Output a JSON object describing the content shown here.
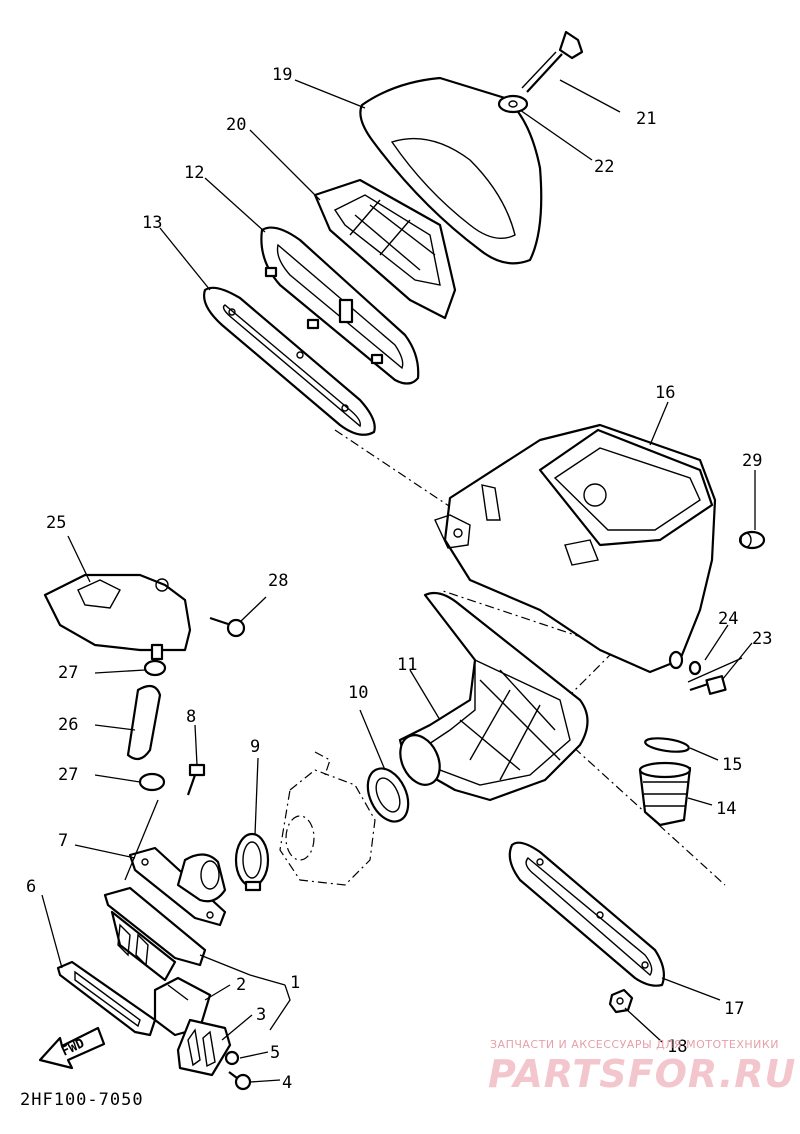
{
  "diagram": {
    "part_code": "2HF100-7050",
    "fwd_label": "FWD",
    "callouts": [
      {
        "id": "c1",
        "label": "1"
      },
      {
        "id": "c2",
        "label": "2"
      },
      {
        "id": "c3",
        "label": "3"
      },
      {
        "id": "c4",
        "label": "4"
      },
      {
        "id": "c5",
        "label": "5"
      },
      {
        "id": "c6",
        "label": "6"
      },
      {
        "id": "c7",
        "label": "7"
      },
      {
        "id": "c8",
        "label": "8"
      },
      {
        "id": "c9",
        "label": "9"
      },
      {
        "id": "c10",
        "label": "10"
      },
      {
        "id": "c11",
        "label": "11"
      },
      {
        "id": "c12",
        "label": "12"
      },
      {
        "id": "c13",
        "label": "13"
      },
      {
        "id": "c14",
        "label": "14"
      },
      {
        "id": "c15",
        "label": "15"
      },
      {
        "id": "c16",
        "label": "16"
      },
      {
        "id": "c17",
        "label": "17"
      },
      {
        "id": "c18",
        "label": "18"
      },
      {
        "id": "c19",
        "label": "19"
      },
      {
        "id": "c20",
        "label": "20"
      },
      {
        "id": "c21",
        "label": "21"
      },
      {
        "id": "c22",
        "label": "22"
      },
      {
        "id": "c23",
        "label": "23"
      },
      {
        "id": "c24",
        "label": "24"
      },
      {
        "id": "c25",
        "label": "25"
      },
      {
        "id": "c26",
        "label": "26"
      },
      {
        "id": "c27a",
        "label": "27"
      },
      {
        "id": "c27b",
        "label": "27"
      },
      {
        "id": "c28",
        "label": "28"
      },
      {
        "id": "c29",
        "label": "29"
      }
    ]
  },
  "watermark": {
    "caption": "ЗАПЧАСТИ И АКСЕССУАРЫ ДЛЯ МОТОТЕХНИКИ",
    "logo": "PARTSFOR.RU",
    "logo_color": "#f2c6cc"
  }
}
